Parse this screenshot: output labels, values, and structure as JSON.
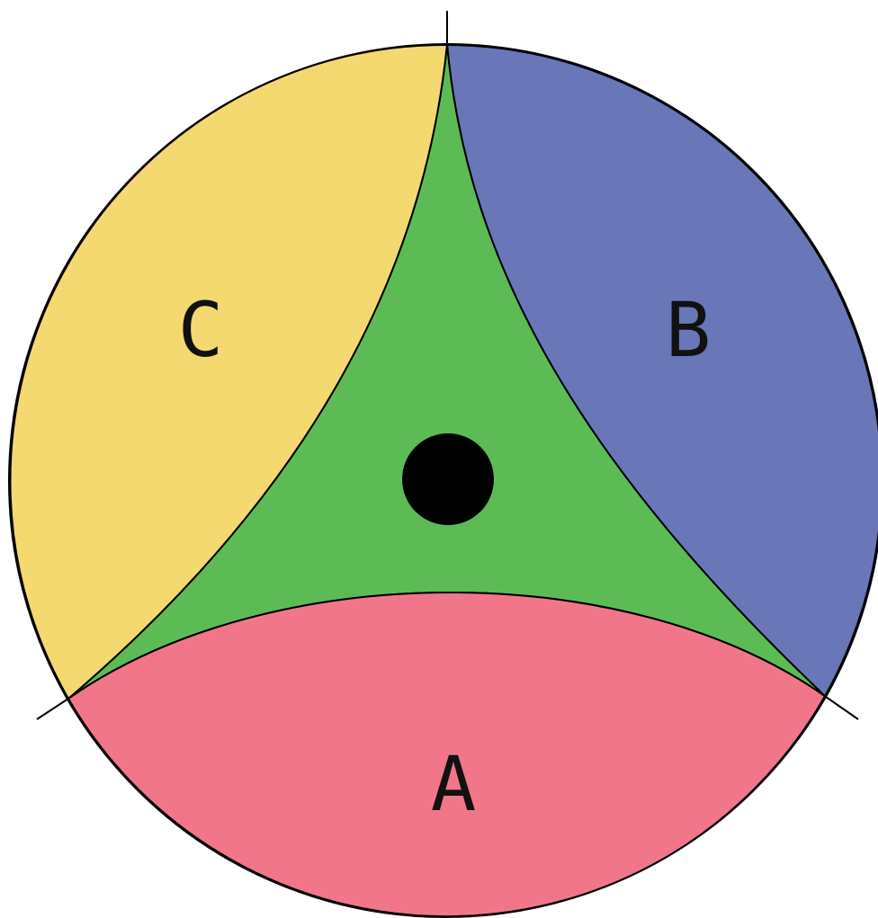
{
  "diagram": {
    "regions": [
      {
        "key": "a",
        "label": "A",
        "color": "#f2768a"
      },
      {
        "key": "b",
        "label": "B",
        "color": "#6977b9"
      },
      {
        "key": "c",
        "label": "C",
        "color": "#f4d970"
      },
      {
        "key": "center",
        "label": "",
        "color": "#5dbb56"
      }
    ],
    "center_point_color": "#000000",
    "outline_color": "#000000"
  }
}
